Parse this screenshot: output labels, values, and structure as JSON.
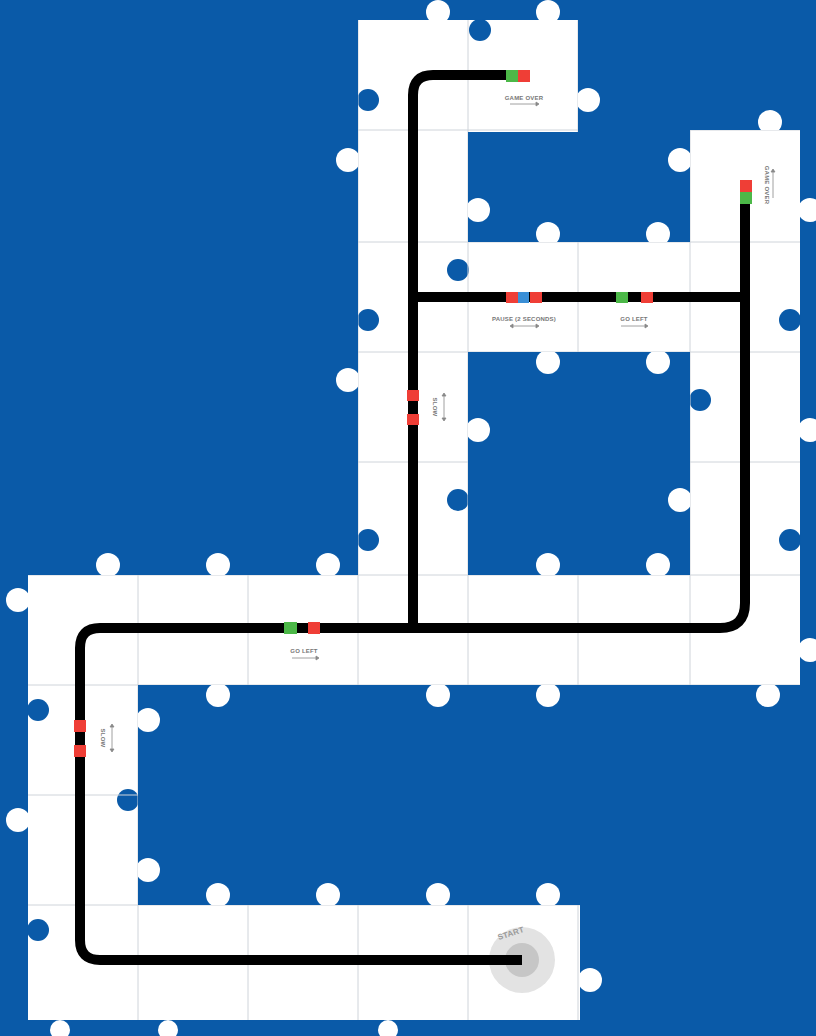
{
  "diagram": {
    "labels": [
      "START",
      "GAME OVER",
      "GAME OVER",
      "PAUSE (2 SECONDS)",
      "GO LEFT",
      "SLOW",
      "GO LEFT",
      "SLOW"
    ]
  }
}
